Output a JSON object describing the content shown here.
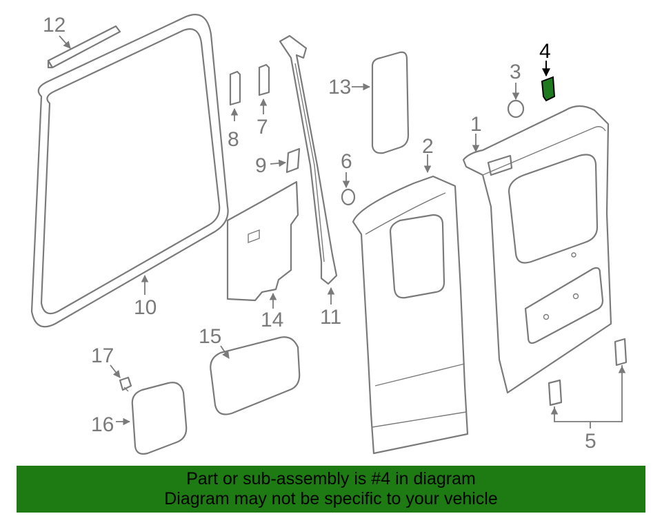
{
  "diagram": {
    "highlight_color": "#1e7a12",
    "highlighted_part": "4",
    "callouts": {
      "c1": "1",
      "c2": "2",
      "c3": "3",
      "c4": "4",
      "c5": "5",
      "c6": "6",
      "c7": "7",
      "c8": "8",
      "c9": "9",
      "c10": "10",
      "c11": "11",
      "c12": "12",
      "c13": "13",
      "c14": "14",
      "c15": "15",
      "c16": "16",
      "c17": "17"
    }
  },
  "banner": {
    "line1": "Part or sub-assembly is #4 in diagram",
    "line2": "Diagram may not be specific to your vehicle"
  }
}
